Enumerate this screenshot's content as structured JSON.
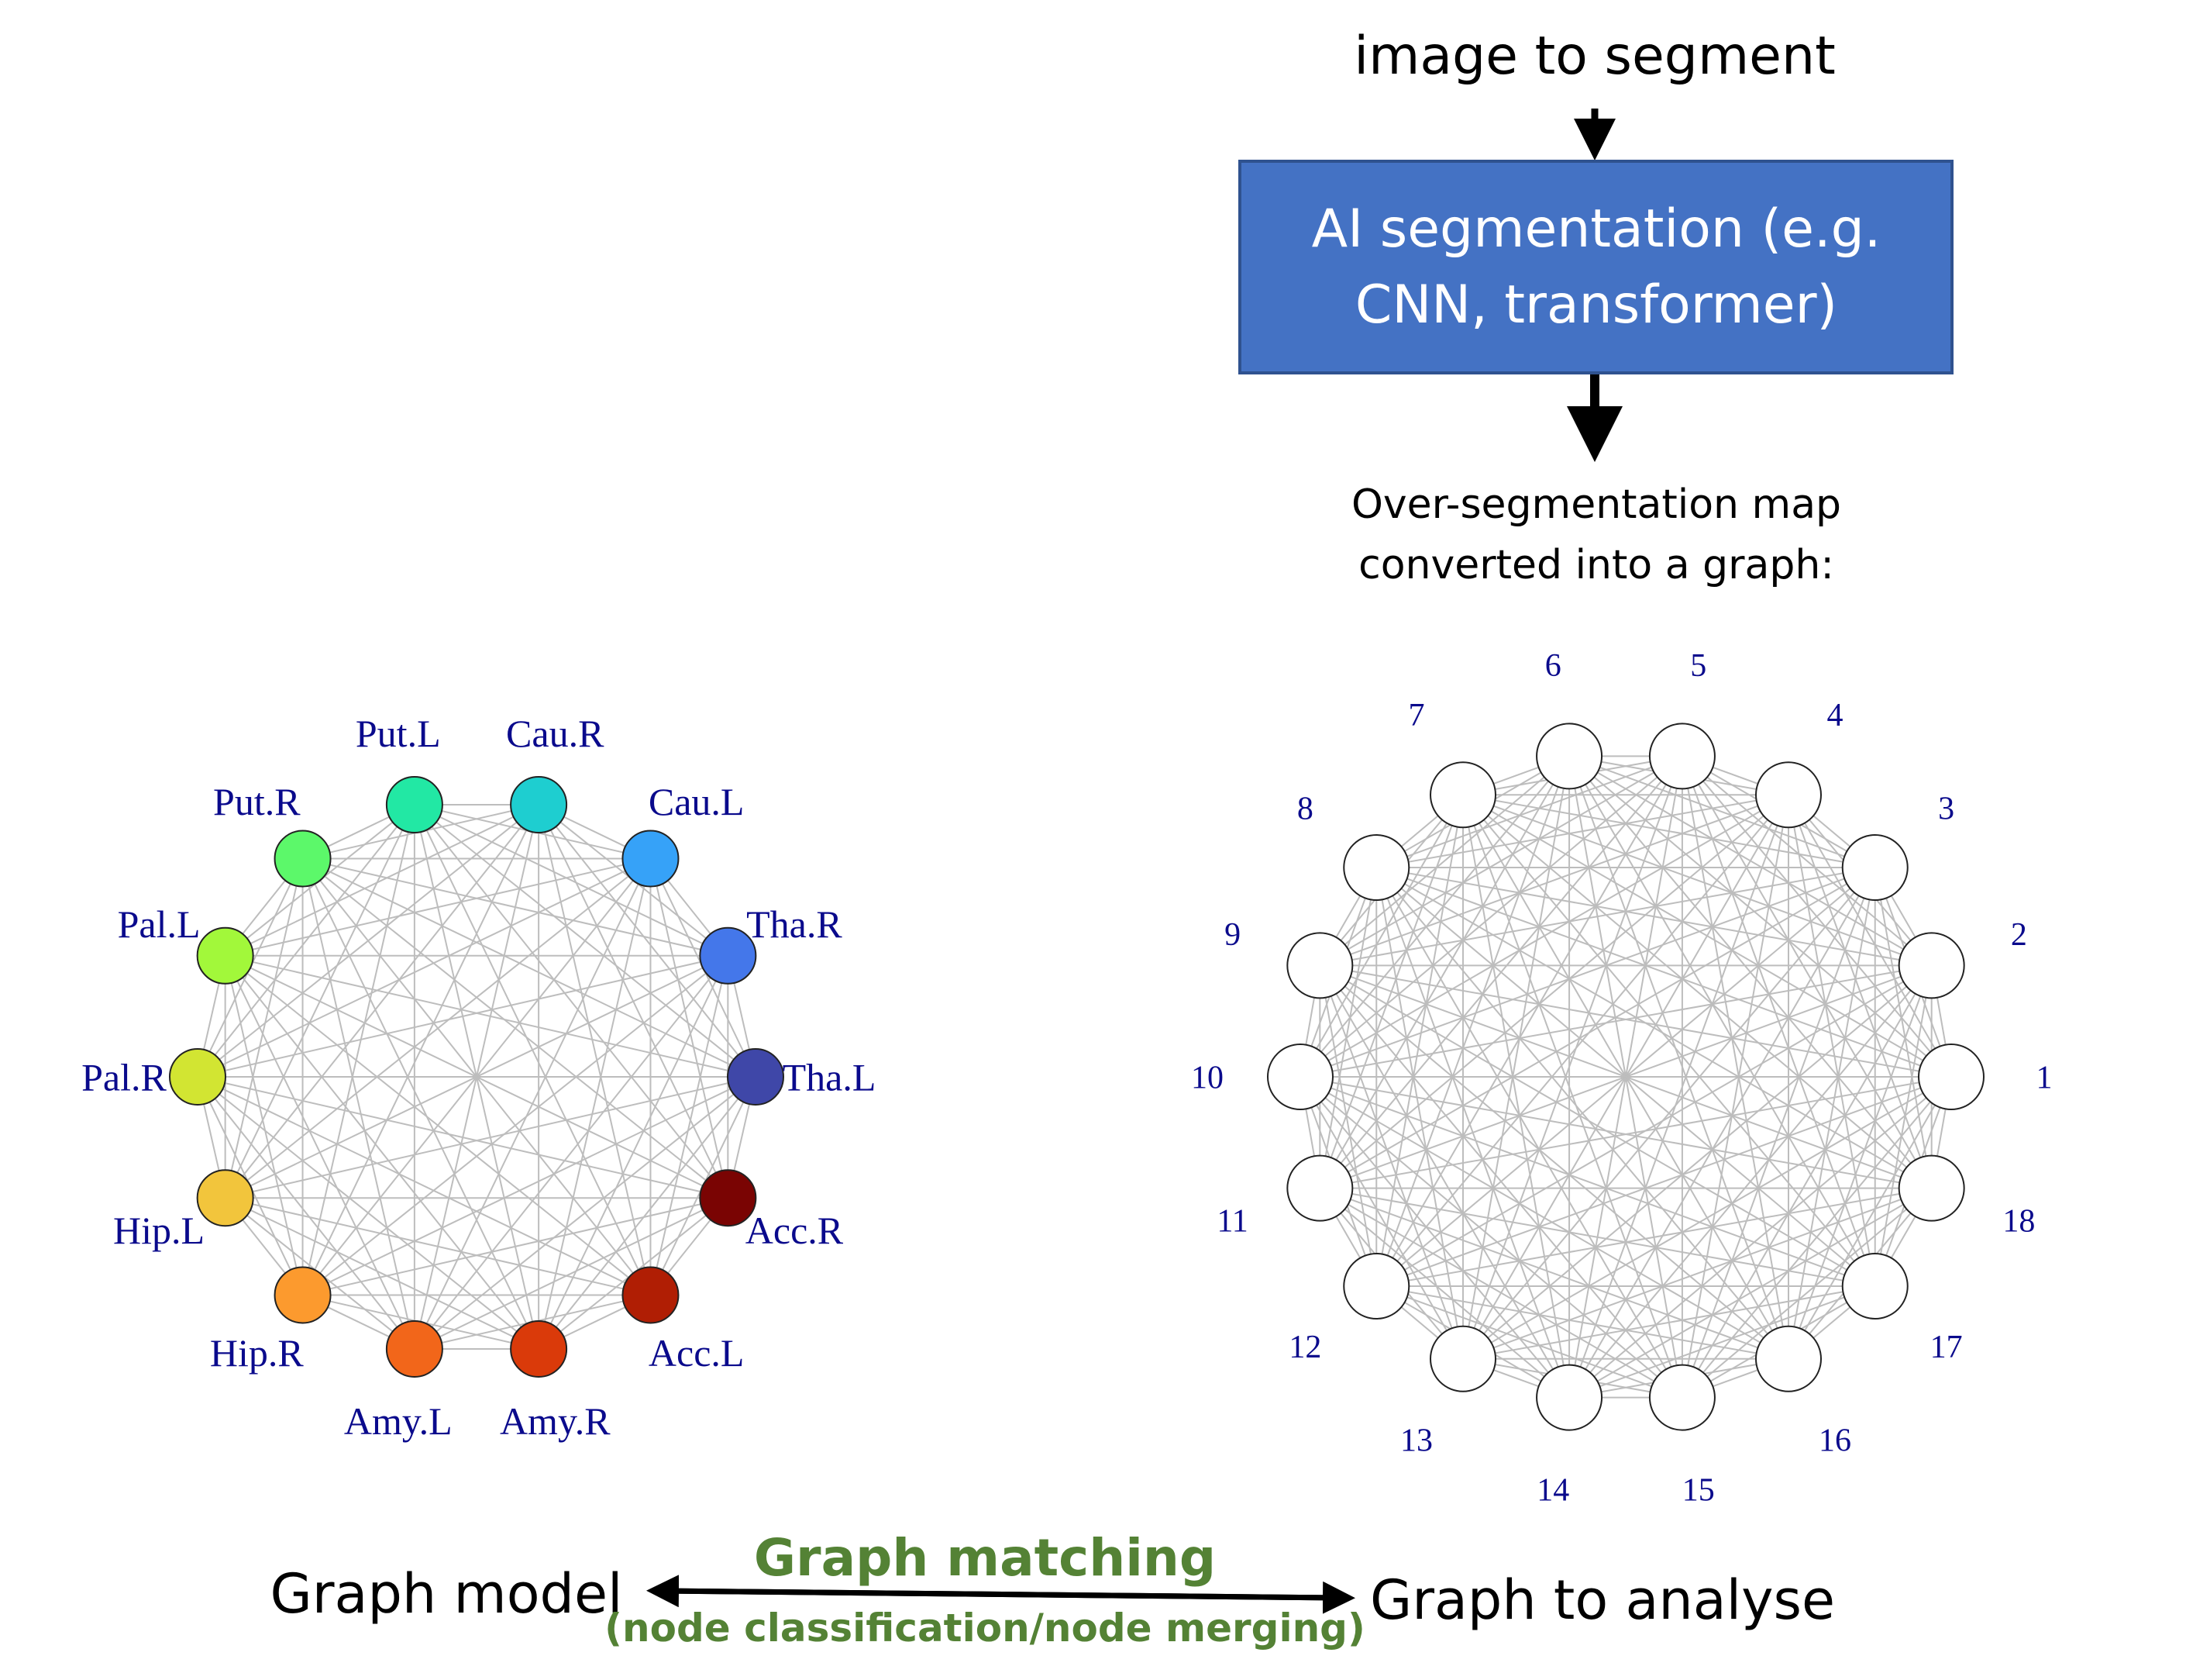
{
  "top": {
    "input_label": "image to segment",
    "box_line1": "AI segmentation (e.g.",
    "box_line2": "CNN, transformer)",
    "box_color": "#4472C4",
    "output_line1": "Over-segmentation map",
    "output_line2": "converted into a graph:"
  },
  "model_graph": {
    "nodes": [
      {
        "label": "Tha.L",
        "color": "#3F47A8"
      },
      {
        "label": "Tha.R",
        "color": "#4477EA"
      },
      {
        "label": "Cau.L",
        "color": "#36A2F8"
      },
      {
        "label": "Cau.R",
        "color": "#1ECED0"
      },
      {
        "label": "Put.L",
        "color": "#22E8A4"
      },
      {
        "label": "Put.R",
        "color": "#5CF86A"
      },
      {
        "label": "Pal.L",
        "color": "#A2F83A"
      },
      {
        "label": "Pal.R",
        "color": "#D2E532"
      },
      {
        "label": "Hip.L",
        "color": "#F2C53C"
      },
      {
        "label": "Hip.R",
        "color": "#FC9A2E"
      },
      {
        "label": "Amy.L",
        "color": "#F2661A"
      },
      {
        "label": "Amy.R",
        "color": "#DA3A0A"
      },
      {
        "label": "Acc.L",
        "color": "#B01E04"
      },
      {
        "label": "Acc.R",
        "color": "#7A0403"
      }
    ]
  },
  "analysed_graph": {
    "nodes": [
      "1",
      "2",
      "3",
      "4",
      "5",
      "6",
      "7",
      "8",
      "9",
      "10",
      "11",
      "12",
      "13",
      "14",
      "15",
      "16",
      "17",
      "18"
    ]
  },
  "bottom": {
    "left_label": "Graph model",
    "right_label": "Graph to analyse",
    "matching_title": "Graph matching",
    "matching_subtitle": "(node classification/node merging)",
    "accent_color": "#548235"
  },
  "label_color": "#0A0A8C",
  "edge_color": "#BDBDBD"
}
